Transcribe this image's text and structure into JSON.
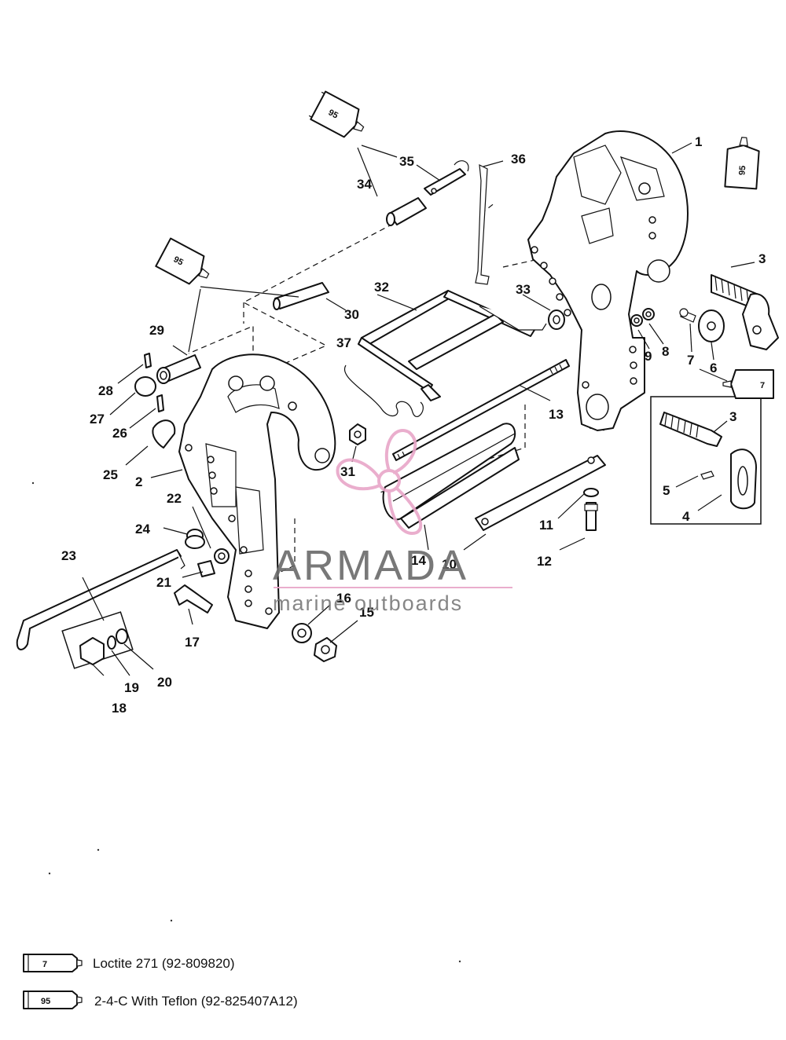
{
  "callouts": [
    {
      "id": "1",
      "text": "1"
    },
    {
      "id": "2",
      "text": "2"
    },
    {
      "id": "3",
      "text": "3"
    },
    {
      "id": "3b",
      "text": "3"
    },
    {
      "id": "4",
      "text": "4"
    },
    {
      "id": "5",
      "text": "5"
    },
    {
      "id": "6",
      "text": "6"
    },
    {
      "id": "7",
      "text": "7"
    },
    {
      "id": "8",
      "text": "8"
    },
    {
      "id": "9",
      "text": "9"
    },
    {
      "id": "10",
      "text": "10"
    },
    {
      "id": "11",
      "text": "11"
    },
    {
      "id": "12",
      "text": "12"
    },
    {
      "id": "13",
      "text": "13"
    },
    {
      "id": "14",
      "text": "14"
    },
    {
      "id": "15",
      "text": "15"
    },
    {
      "id": "16",
      "text": "16"
    },
    {
      "id": "17",
      "text": "17"
    },
    {
      "id": "18",
      "text": "18"
    },
    {
      "id": "19",
      "text": "19"
    },
    {
      "id": "20",
      "text": "20"
    },
    {
      "id": "21",
      "text": "21"
    },
    {
      "id": "22",
      "text": "22"
    },
    {
      "id": "23",
      "text": "23"
    },
    {
      "id": "24",
      "text": "24"
    },
    {
      "id": "25",
      "text": "25"
    },
    {
      "id": "26",
      "text": "26"
    },
    {
      "id": "27",
      "text": "27"
    },
    {
      "id": "28",
      "text": "28"
    },
    {
      "id": "29",
      "text": "29"
    },
    {
      "id": "30",
      "text": "30"
    },
    {
      "id": "31",
      "text": "31"
    },
    {
      "id": "32",
      "text": "32"
    },
    {
      "id": "33",
      "text": "33"
    },
    {
      "id": "34",
      "text": "34"
    },
    {
      "id": "35",
      "text": "35"
    },
    {
      "id": "36",
      "text": "36"
    },
    {
      "id": "37",
      "text": "37"
    }
  ],
  "tubes": {
    "t95_top": "95",
    "t95_left": "95",
    "t95_right": "95",
    "t7_right": "7"
  },
  "watermark": {
    "brand": "ARMADA",
    "tagline": "marine outboards",
    "accent_color": "#e8a6c8"
  },
  "legend": [
    {
      "code": "7",
      "text": "Loctite 271 (92-809820)"
    },
    {
      "code": "95",
      "text": "2-4-C  With Teflon (92-825407A12)"
    }
  ]
}
